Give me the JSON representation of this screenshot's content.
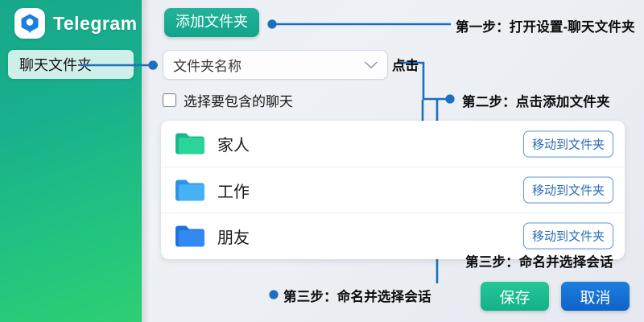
{
  "sidebar": {
    "brand_name": "Telegram",
    "logo_icon": "telegram-logo-icon",
    "chip_label": "聊天文件夹"
  },
  "main": {
    "add_folder_button": "添加文件夹",
    "name_field": {
      "placeholder": "文件夹名称",
      "value": "文件夹名称",
      "chevron_icon": "chevron-down-icon"
    },
    "checkbox": {
      "label": "选择要包含的聊天",
      "checked": false
    },
    "folders": [
      {
        "name": "家人",
        "icon": "folder-icon",
        "color": "#25c896",
        "action_label": "移动到文件夹"
      },
      {
        "name": "工作",
        "icon": "folder-icon",
        "color": "#3aa9f0",
        "action_label": "移动到文件夹"
      },
      {
        "name": "朋友",
        "icon": "folder-icon",
        "color": "#2f87ef",
        "action_label": "移动到文件夹"
      }
    ],
    "save_button": "保存",
    "cancel_button": "取消"
  },
  "annotations": {
    "step1": "第一步：打开设置-聊天文件夹",
    "step2": "第二步：点击添加文件夹",
    "step3_right": "第三步：命名并选择会话",
    "step3_bottom": "第三步：命名并选择会话",
    "click_label": "点击"
  },
  "colors": {
    "sidebar_green_start": "#17a88a",
    "sidebar_green_end": "#2ecf72",
    "accent_blue": "#1d6fc0",
    "save_green": "#17bf8f",
    "cancel_blue": "#1569d6"
  }
}
